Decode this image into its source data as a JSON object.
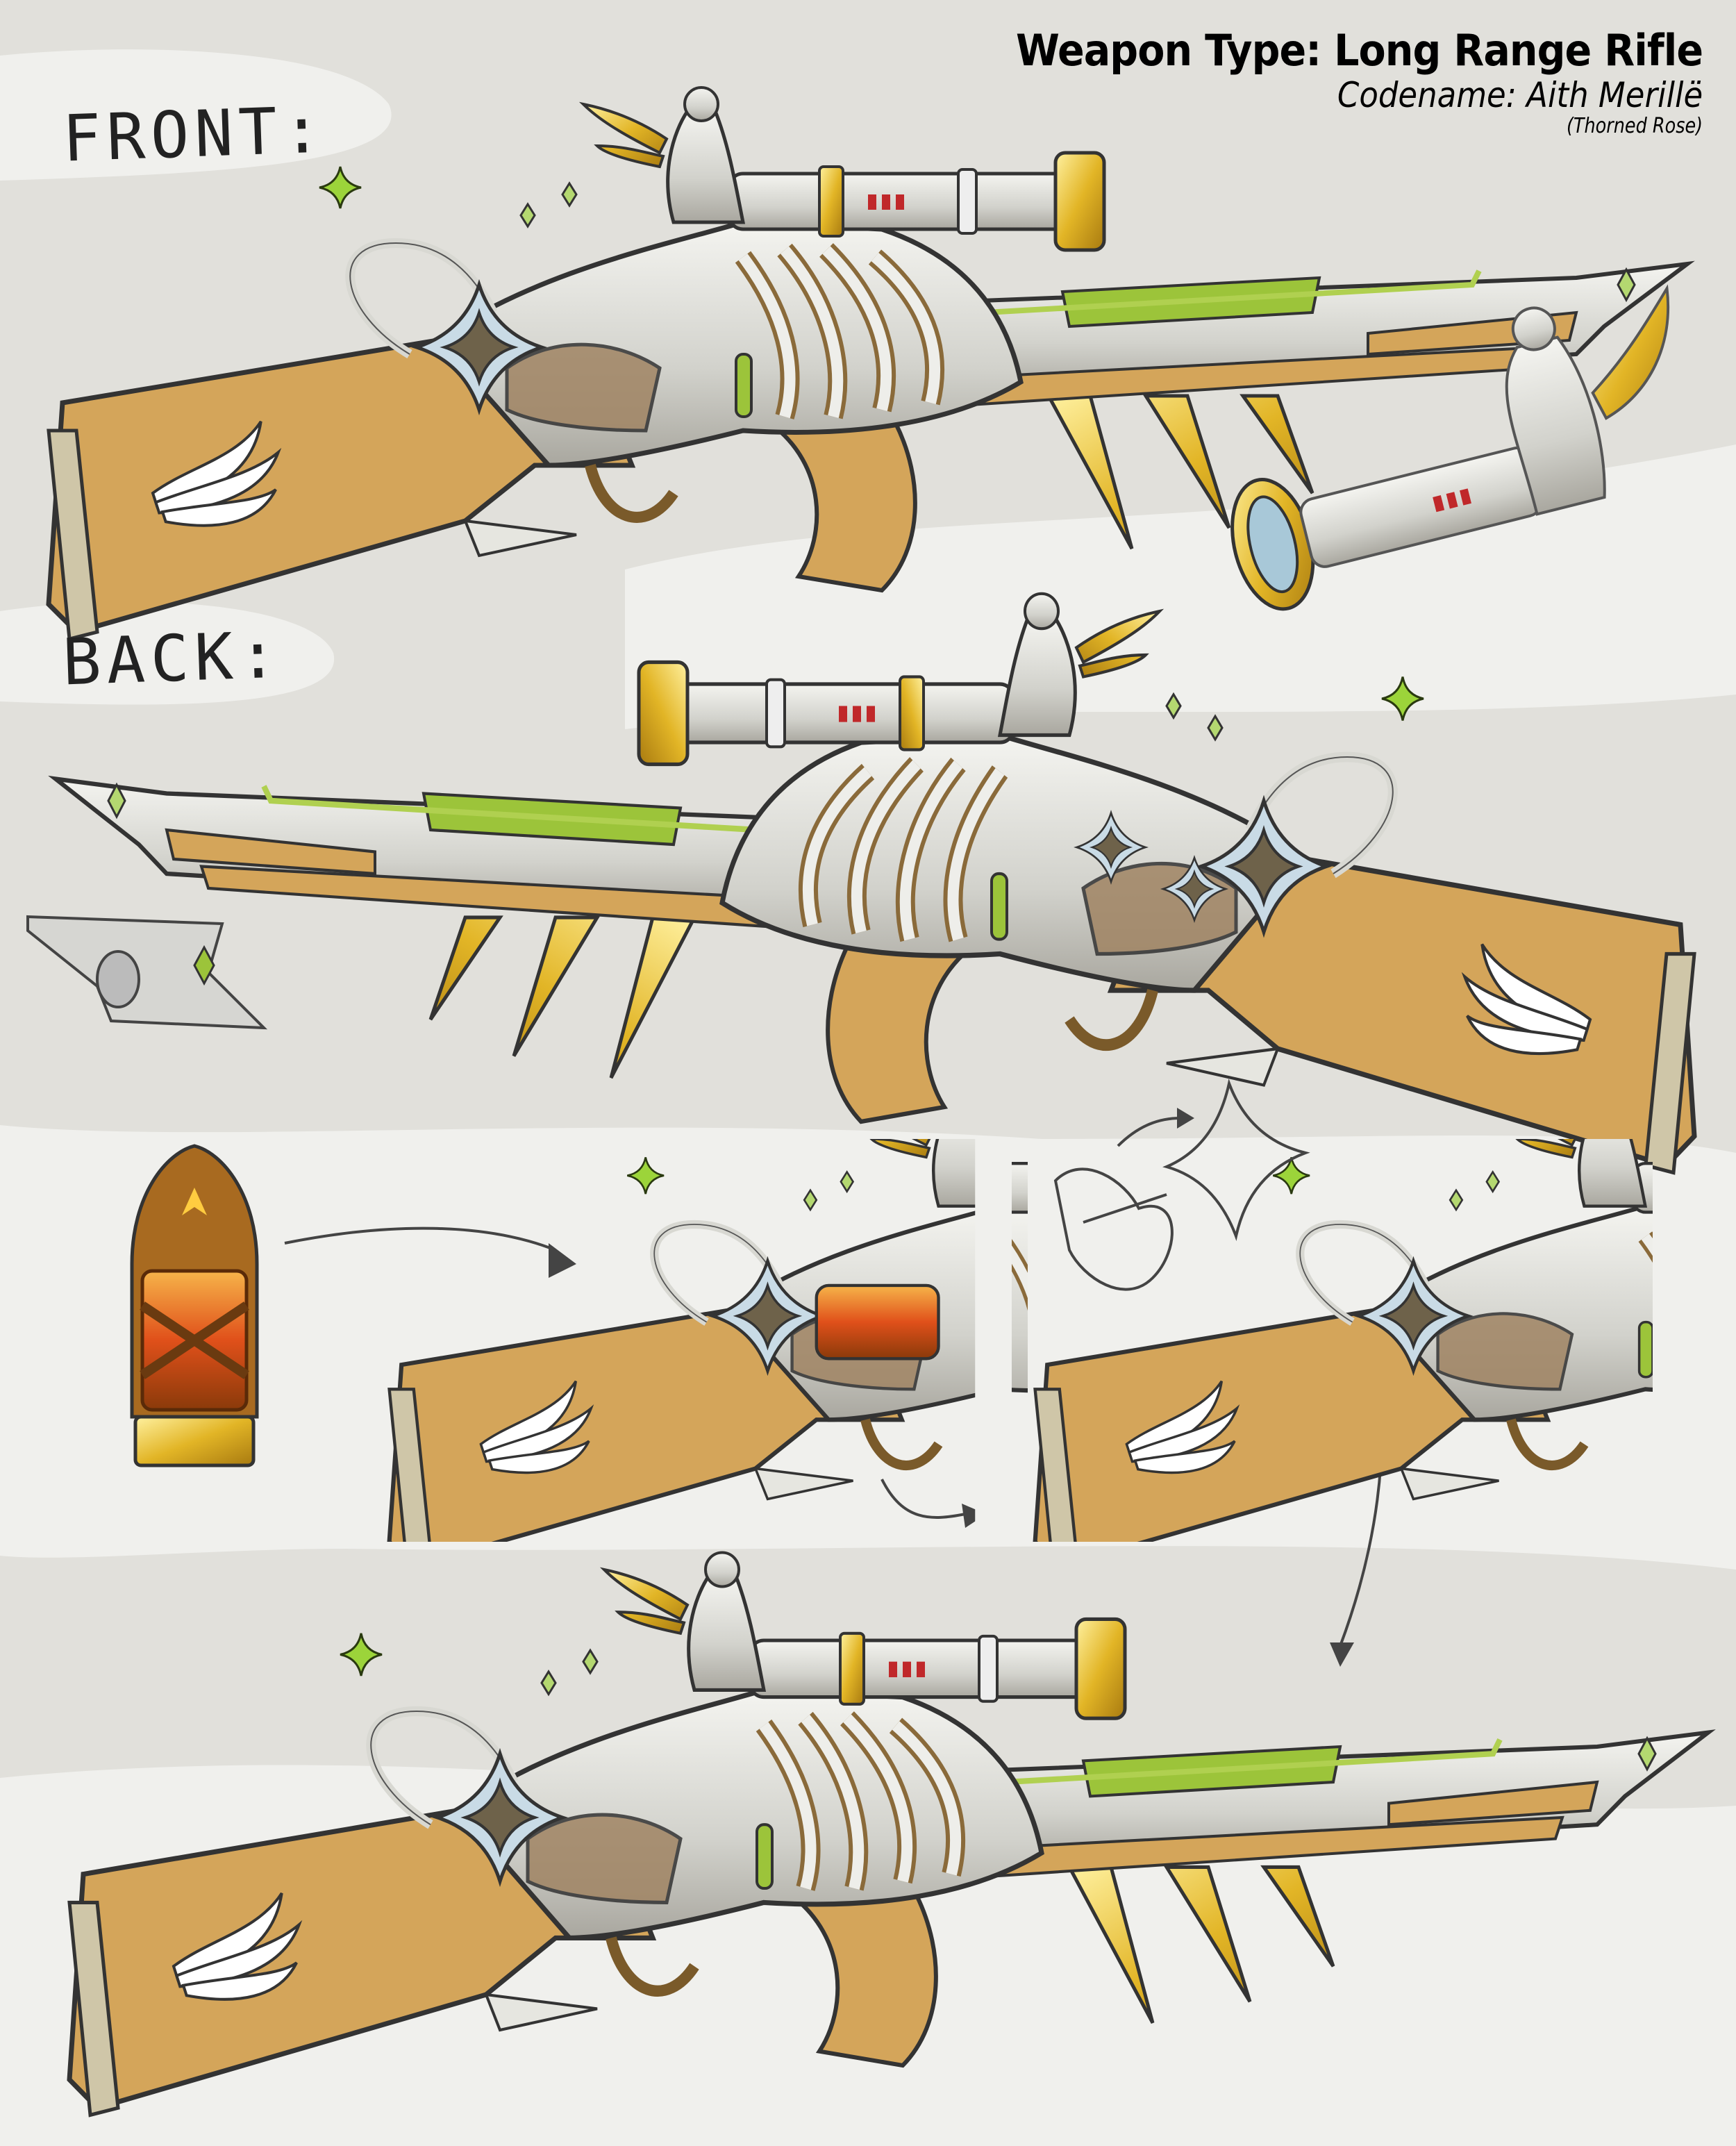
{
  "header": {
    "title": "Weapon Type: Long Range Rifle",
    "codename": "Codename: Aith Merillë",
    "subtitle": "(Thorned Rose)"
  },
  "views": {
    "front_label": "FRONT:",
    "back_label": "BACK:"
  },
  "colors": {
    "background": "#e1e0db",
    "wood": "#d4a55a",
    "silver": "#dcdcd6",
    "green": "#9cc43a",
    "gold": "#e2b526",
    "star_frame": "#c9dbe6",
    "ammo_glow": "#e0501a"
  }
}
